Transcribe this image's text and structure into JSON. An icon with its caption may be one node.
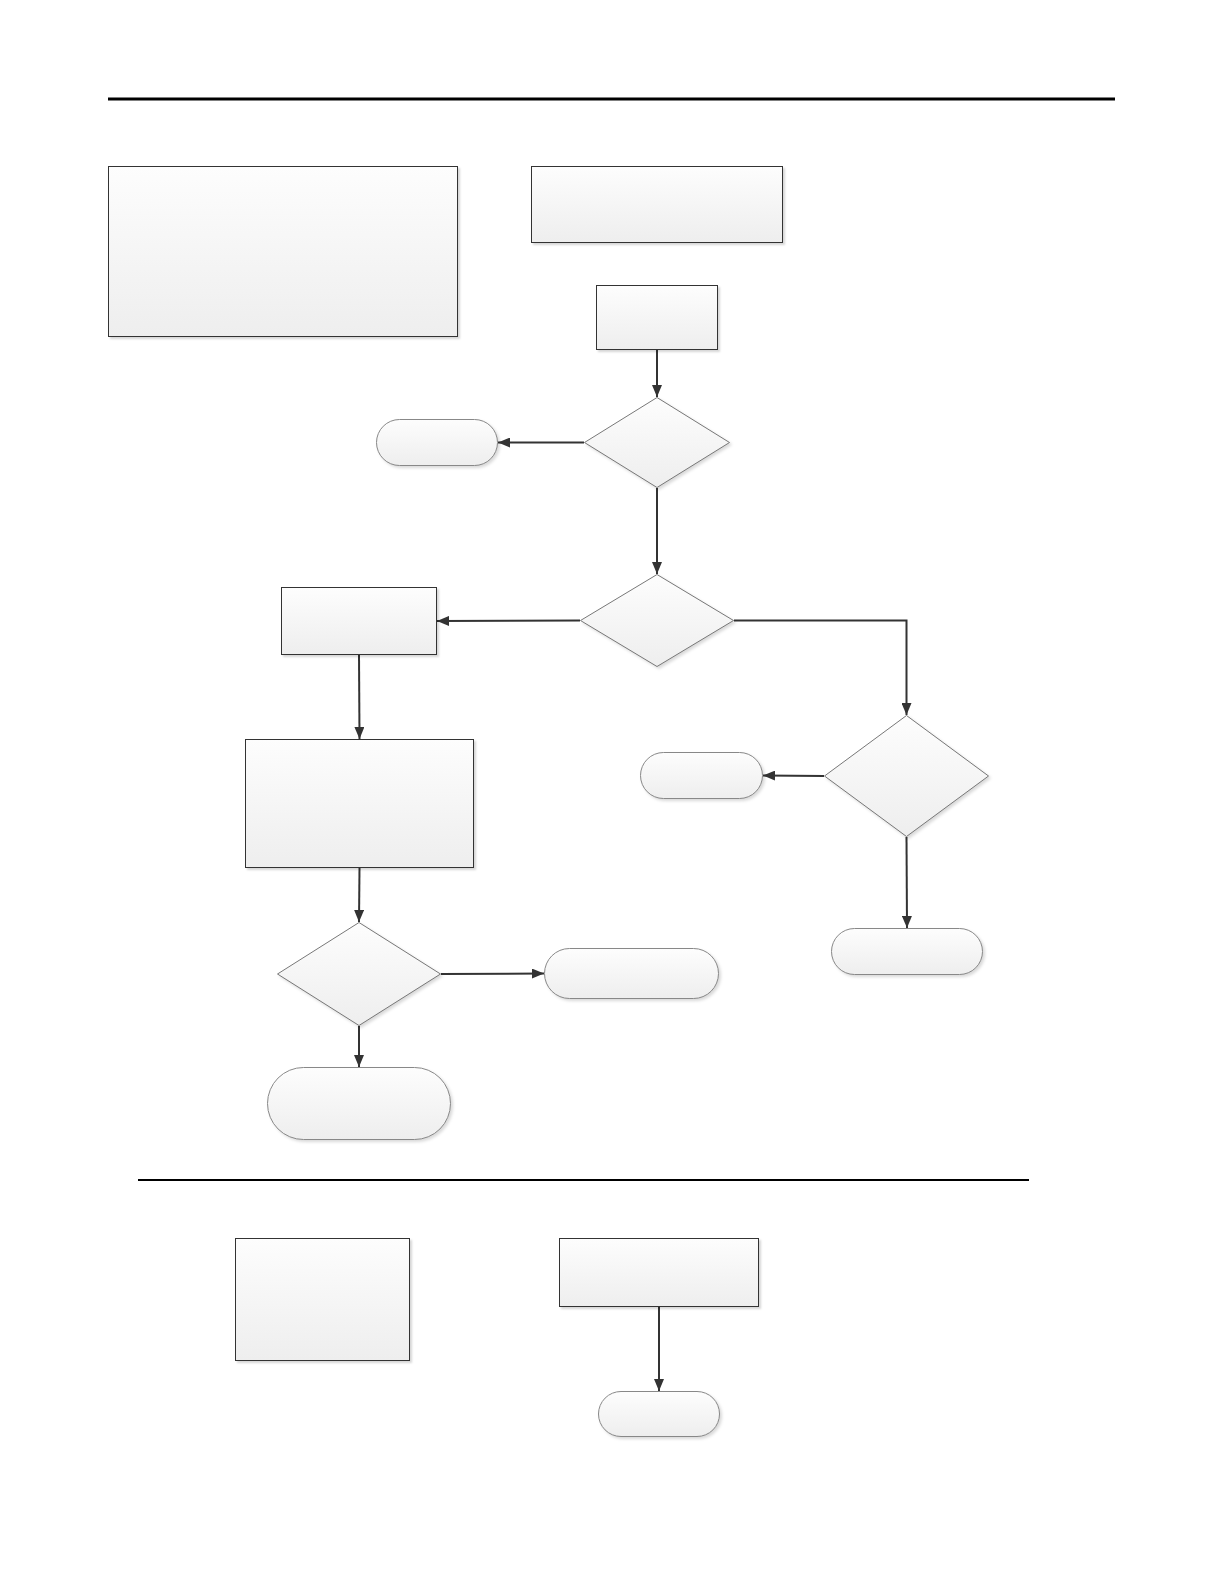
{
  "diagram": {
    "nodes": [
      {
        "text": [],
        "shape": "box"
      },
      {
        "text": [],
        "shape": "box"
      },
      {
        "text": [],
        "shape": "box"
      },
      {
        "text": [],
        "shape": "diamond"
      },
      {
        "text": [],
        "shape": "pill"
      },
      {
        "text": [],
        "shape": "box"
      },
      {
        "text": [],
        "shape": "diamond"
      },
      {
        "text": [],
        "shape": "diamond"
      },
      {
        "text": [],
        "shape": "pill"
      },
      {
        "text": [],
        "shape": "box"
      },
      {
        "text": [],
        "shape": "pill"
      },
      {
        "text": [],
        "shape": "diamond"
      },
      {
        "text": [],
        "shape": "pill"
      },
      {
        "text": [],
        "shape": "pill"
      },
      {
        "text": [],
        "shape": "box"
      },
      {
        "text": [],
        "shape": "box"
      },
      {
        "text": [],
        "shape": "pill"
      }
    ],
    "edges": [
      {
        "from": 2,
        "to": 3,
        "arrow": "to"
      },
      {
        "from": 3,
        "to": 4,
        "arrow": "to"
      },
      {
        "from": 3,
        "to": 6,
        "arrow": "to"
      },
      {
        "from": 6,
        "to": 5,
        "arrow": "to"
      },
      {
        "from": 6,
        "to": 7,
        "arrow": "to"
      },
      {
        "from": 7,
        "to": 8,
        "arrow": "to"
      },
      {
        "from": 7,
        "to": 10,
        "arrow": "to"
      },
      {
        "from": 5,
        "to": 9,
        "arrow": "to"
      },
      {
        "from": 9,
        "to": 11,
        "arrow": "to"
      },
      {
        "from": 11,
        "to": 12,
        "arrow": "to"
      },
      {
        "from": 11,
        "to": 13,
        "arrow": "to"
      },
      {
        "from": 15,
        "to": 16,
        "arrow": "to"
      }
    ]
  }
}
